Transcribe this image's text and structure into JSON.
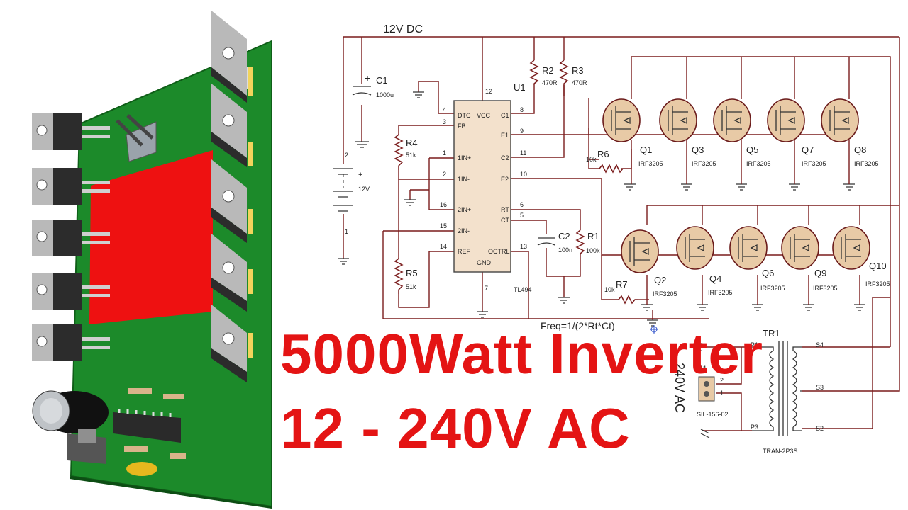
{
  "schematic": {
    "supply_label": "12V DC",
    "battery": {
      "pin_top": "2",
      "pin_bottom": "1",
      "plus": "+",
      "voltage": "12V"
    },
    "c1": {
      "ref": "C1",
      "value": "1000u",
      "plus": "+"
    },
    "ic": {
      "ref": "U1",
      "part": "TL494",
      "pins": {
        "dtc": "4",
        "fb": "3",
        "in1p": "1",
        "in1n": "2",
        "in2p": "16",
        "in2n": "15",
        "ref": "14",
        "vcc": "12",
        "c1": "8",
        "e1": "9",
        "c2": "11",
        "e2": "10",
        "rt": "6",
        "ct": "5",
        "octrl": "13",
        "gnd": "7"
      },
      "pin_names": {
        "dtc": "DTC",
        "vcc": "VCC",
        "fb": "FB",
        "in1p": "1IN+",
        "in1n": "1IN-",
        "in2p": "2IN+",
        "in2n": "2IN-",
        "ref": "REF",
        "gnd": "GND",
        "c1": "C1",
        "e1": "E1",
        "c2": "C2",
        "e2": "E2",
        "rt": "RT",
        "ct": "CT",
        "octrl": "OCTRL"
      }
    },
    "r2": {
      "ref": "R2",
      "value": "470R"
    },
    "r3": {
      "ref": "R3",
      "value": "470R"
    },
    "r4": {
      "ref": "R4",
      "value": "51k"
    },
    "r5": {
      "ref": "R5",
      "value": "51k"
    },
    "r1": {
      "ref": "R1",
      "value": "100k"
    },
    "c2": {
      "ref": "C2",
      "value": "100n"
    },
    "r6": {
      "ref": "R6",
      "value": "10k"
    },
    "r7": {
      "ref": "R7",
      "value": "10k"
    },
    "formula": "Freq=1/(2*Rt*Ct)",
    "mosfets_top": [
      {
        "ref": "Q1",
        "part": "IRF3205"
      },
      {
        "ref": "Q3",
        "part": "IRF3205"
      },
      {
        "ref": "Q5",
        "part": "IRF3205"
      },
      {
        "ref": "Q7",
        "part": "IRF3205"
      },
      {
        "ref": "Q8",
        "part": "IRF3205"
      }
    ],
    "mosfets_bottom": [
      {
        "ref": "Q2",
        "part": "IRF3205"
      },
      {
        "ref": "Q4",
        "part": "IRF3205"
      },
      {
        "ref": "Q6",
        "part": "IRF3205"
      },
      {
        "ref": "Q9",
        "part": "IRF3205"
      },
      {
        "ref": "Q10",
        "part": "IRF3205"
      }
    ],
    "transformer": {
      "ref": "TR1",
      "part": "TRAN-2P3S",
      "p1": "P1",
      "p3": "P3",
      "s4": "S4",
      "s3": "S3",
      "s2": "S2"
    },
    "connector": {
      "ref": "J1",
      "part": "SIL-156-02",
      "pin1": "1",
      "pin2": "2",
      "output_label": "240V AC"
    }
  },
  "title": {
    "line1": "5000Watt Inverter",
    "line2": "12 - 240V AC"
  },
  "colors": {
    "title": "#e41414",
    "wire": "#7a1c1c",
    "pcb_green": "#1c8a2a",
    "copper": "#ee1111",
    "mosfet_body": "#e8caa6"
  }
}
